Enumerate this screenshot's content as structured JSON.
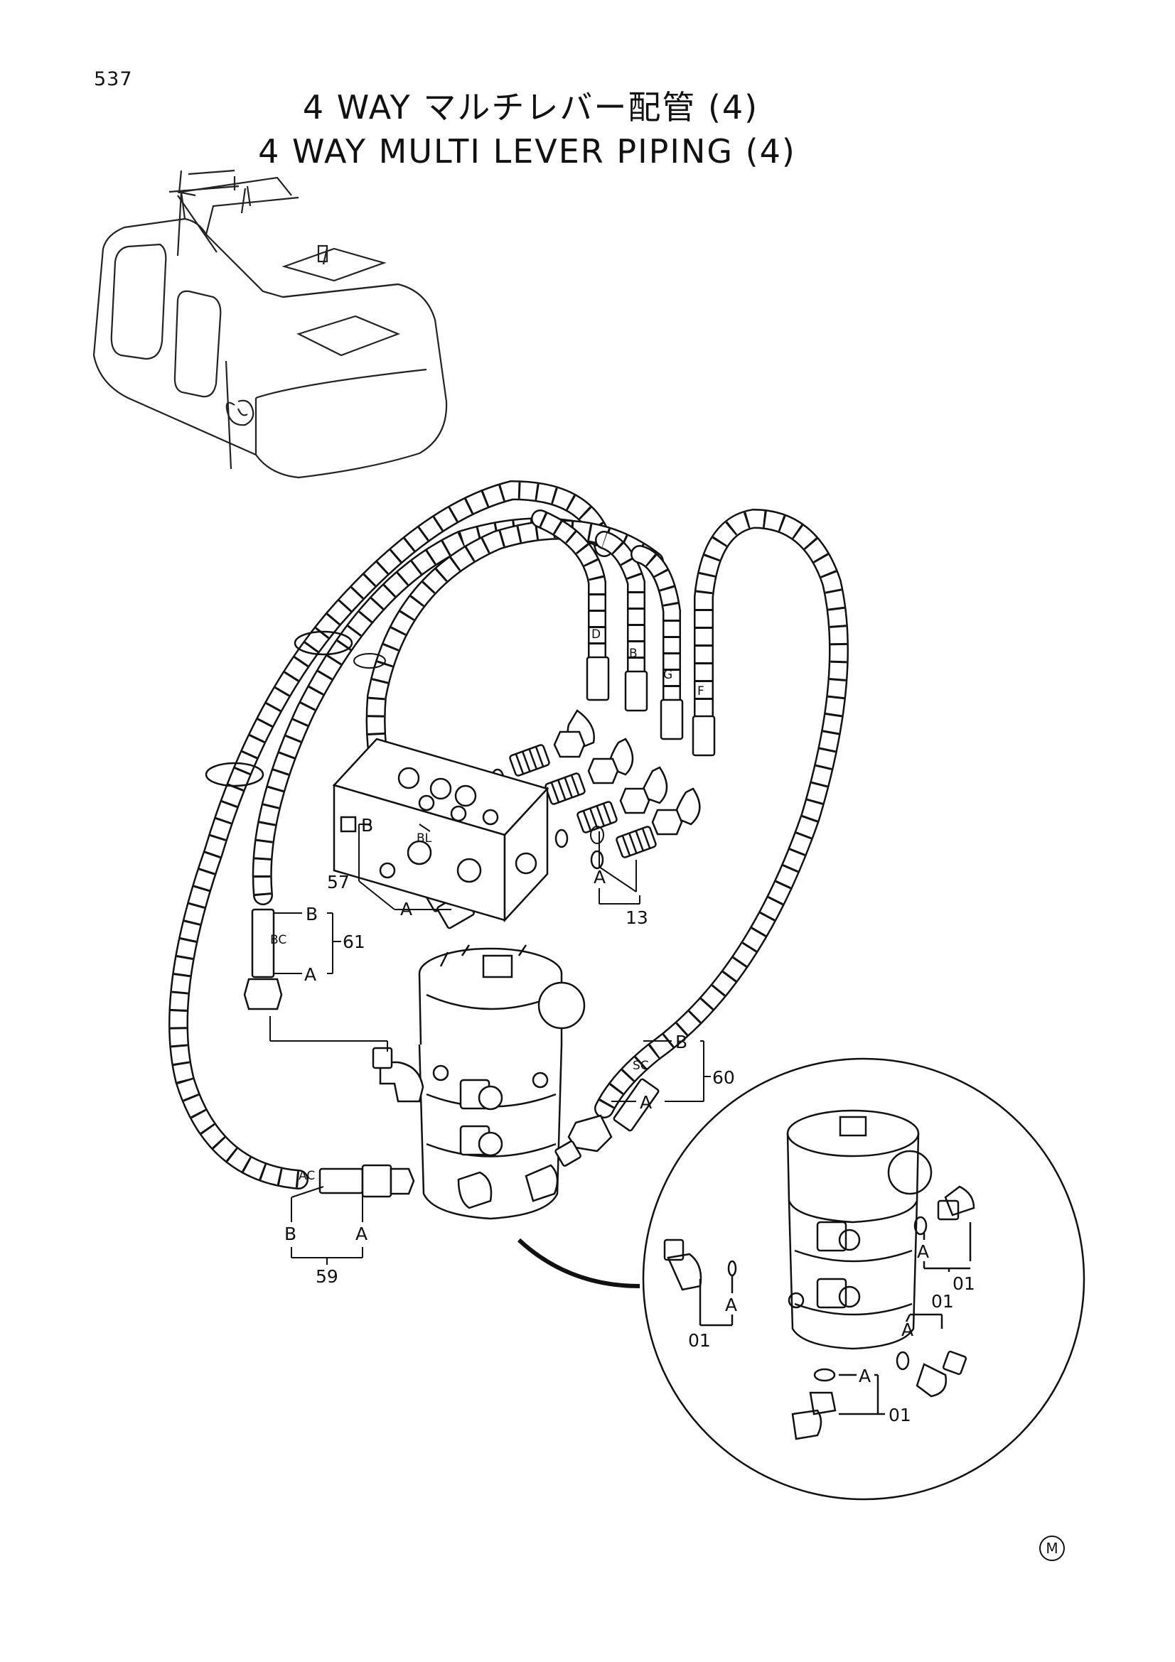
{
  "page_number": "537",
  "title": {
    "japanese": "4 WAY マルチレバー配管 (4)",
    "english": "4 WAY MULTI LEVER PIPING (4)"
  },
  "hose_labels": [
    "D",
    "B",
    "G",
    "F"
  ],
  "callouts": {
    "c13": "13",
    "c57": "57",
    "c59": "59",
    "c60": "60",
    "c61": "61",
    "c01": "01"
  },
  "connector_labels": {
    "A": "A",
    "B": "B",
    "BL": "BL",
    "BC": "BC",
    "SC": "SC",
    "AC": "AC"
  },
  "mark_symbol": "M"
}
